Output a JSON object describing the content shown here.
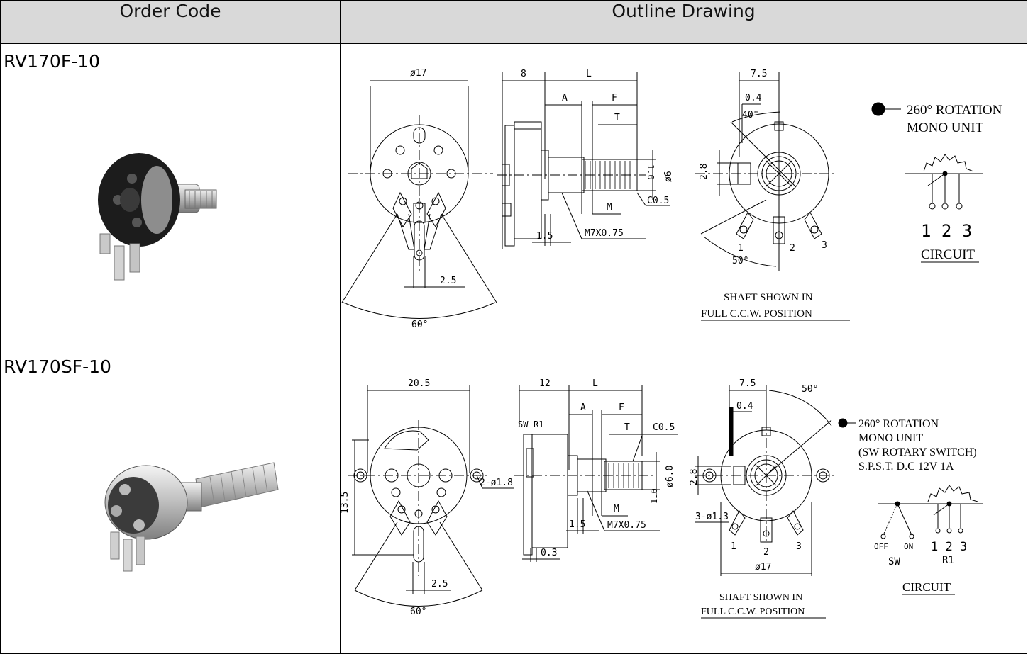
{
  "table": {
    "headers": {
      "order_code": "Order Code",
      "outline_drawing": "Outline Drawing"
    },
    "rows": [
      {
        "code": "RV170F-10",
        "drawing": {
          "front_dims": {
            "diameter": "ø17",
            "pitch": "2.5",
            "angle": "60°"
          },
          "side_dims": {
            "d8": "8",
            "L": "L",
            "A": "A",
            "F": "F",
            "T": "T",
            "M": "M",
            "d10": "1.0",
            "d6": "ø6",
            "c05": "C0.5",
            "d15": "1.5",
            "thread": "M7X0.75"
          },
          "rear_dims": {
            "d75": "7.5",
            "d04": "0.4",
            "a40": "40°",
            "d28": "2.8",
            "a50": "50°",
            "t1": "1",
            "t2": "2",
            "t3": "3"
          },
          "shaft_note_1": "SHAFT SHOWN IN",
          "shaft_note_2": "FULL C.C.W. POSITION",
          "spec_1": "260° ROTATION",
          "spec_2": "MONO UNIT",
          "circuit_pins": "1 2 3",
          "circuit_label": "CIRCUIT"
        }
      },
      {
        "code": "RV170SF-10",
        "drawing": {
          "front_dims": {
            "width": "20.5",
            "height": "13.5",
            "holes": "2-ø1.8",
            "pitch": "2.5",
            "angle": "60°"
          },
          "side_dims": {
            "d12": "12",
            "L": "L",
            "A": "A",
            "F": "F",
            "T": "T",
            "c05": "C0.5",
            "sw": "SW",
            "r1": "R1",
            "d60": "ø6.0",
            "d10": "1.0",
            "M": "M",
            "d15": "1.5",
            "thread": "M7X0.75",
            "d03": "0.3"
          },
          "rear_dims": {
            "d75": "7.5",
            "d04": "0.4",
            "a50": "50°",
            "d28": "2.8",
            "holes": "3-ø1.3",
            "t1": "1",
            "t2": "2",
            "t3": "3",
            "d17": "ø17"
          },
          "shaft_note_1": "SHAFT SHOWN IN",
          "shaft_note_2": "FULL C.C.W. POSITION",
          "spec_1": "260° ROTATION",
          "spec_2": "MONO UNIT",
          "spec_3": "(SW ROTARY SWITCH)",
          "spec_4": "S.P.S.T. D.C 12V 1A",
          "sw_off": "OFF",
          "sw_on": "ON",
          "sw_label": "SW",
          "circuit_pins": "1 2 3",
          "r1_label": "R1",
          "circuit_label": "CIRCUIT"
        }
      }
    ]
  }
}
